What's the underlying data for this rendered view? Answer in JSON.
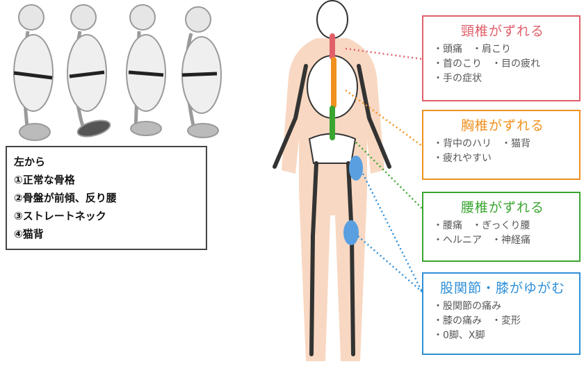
{
  "colors": {
    "cervical": "#e0606a",
    "thoracic": "#f0901e",
    "lumbar": "#3aa530",
    "hip_knee": "#2f8fd8",
    "body": "#f8d8c2"
  },
  "caption": {
    "lines": [
      "左から",
      "①正常な骨格",
      "②骨盤が前傾、反り腰",
      "③ストレートネック",
      "④猫背"
    ]
  },
  "boxes": [
    {
      "title": "頸椎がずれる",
      "lines": [
        "・頭痛　・肩こり",
        "・首のこり　・目の疲れ",
        "・手の症状"
      ]
    },
    {
      "title": "胸椎がずれる",
      "lines": [
        "・背中のハリ　・猫背",
        "・疲れやすい"
      ]
    },
    {
      "title": "腰椎がずれる",
      "lines": [
        "・腰痛　・ぎっくり腰",
        "・ヘルニア　・神経痛"
      ]
    },
    {
      "title": "股関節・膝がゆがむ",
      "lines": [
        "・股関節の痛み",
        "・膝の痛み　・変形",
        "・0脚、X脚"
      ]
    }
  ]
}
